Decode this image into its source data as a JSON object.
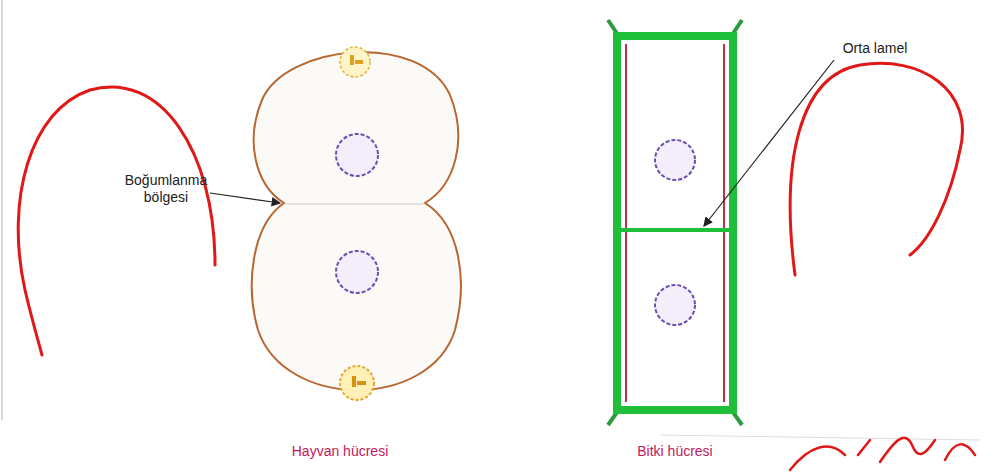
{
  "diagram": {
    "labels": [
      "Boğumlanma bölgesi",
      "Orta lamel",
      "Hayvan hücresi",
      "Bitki hücresi"
    ]
  }
}
